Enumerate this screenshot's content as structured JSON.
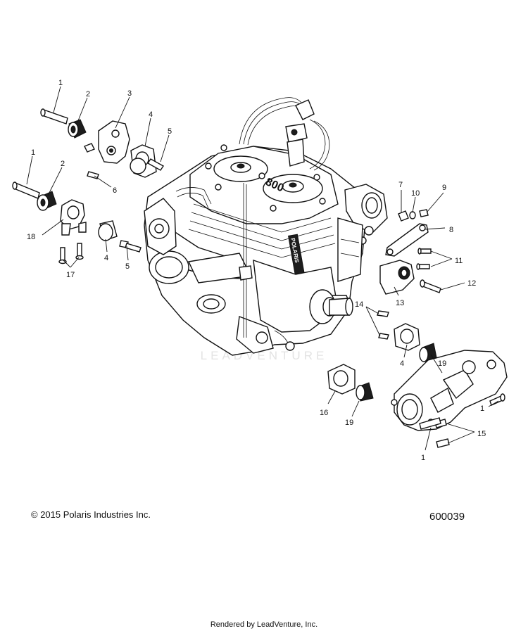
{
  "watermark": "LEADVENTURE",
  "footer": {
    "copyright": "© 2015 Polaris Industries Inc.",
    "figure_id": "600039",
    "rendered_by": "Rendered by LeadVenture, Inc."
  },
  "callouts": [
    "1",
    "2",
    "3",
    "4",
    "5",
    "6",
    "1",
    "2",
    "18",
    "17",
    "4",
    "5",
    "7",
    "10",
    "9",
    "8",
    "11",
    "12",
    "13",
    "14",
    "4",
    "19",
    "16",
    "19",
    "15",
    "1",
    "1"
  ],
  "engine_labels": {
    "brand": "POLARIS",
    "badge": "800"
  }
}
